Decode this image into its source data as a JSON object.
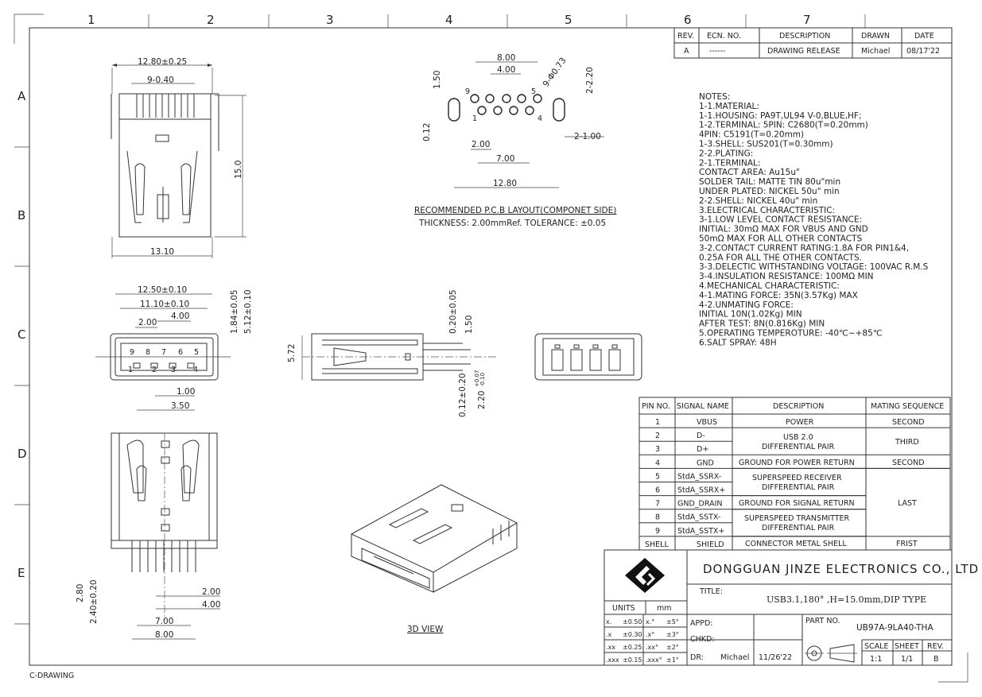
{
  "border": {
    "columns": [
      "1",
      "2",
      "3",
      "4",
      "5",
      "6",
      "7"
    ],
    "rows": [
      "A",
      "B",
      "C",
      "D",
      "E"
    ],
    "footer_label": "C-DRAWING"
  },
  "revision": {
    "headers": [
      "REV.",
      "ECN. NO.",
      "DESCRIPTION",
      "DRAWN",
      "DATE"
    ],
    "row": [
      "A",
      "------",
      "DRAWING RELEASE",
      "Michael",
      "08/17'22"
    ]
  },
  "notes": [
    "NOTES:",
    "1-1.MATERIAL:",
    " 1-1.HOUSING:  PA9T,UL94  V-0,BLUE,HF;",
    " 1-2.TERMINAL:  5PIN: C2680(T=0.20mm)",
    "                        4PIN: C5191(T=0.20mm)",
    " 1-3.SHELL:  SUS201(T=0.30mm)",
    "2-2.PLATING:",
    " 2-1.TERMINAL:",
    "       CONTACT AREA:  Au15u\"",
    "       SOLDER TAIL:  MATTE TIN 80u\"min",
    "       UNDER PLATED:  NICKEL 50u\" min",
    " 2-2.SHELL:  NICKEL 40u\" min",
    "3.ELECTRICAL CHARACTERISTIC:",
    " 3-1.LOW LEVEL CONTACT RESISTANCE:",
    "       INITIAL:  30mΩ MAX FOR VBUS AND GND",
    "               50mΩ MAX FOR ALL OTHER CONTACTS",
    " 3-2.CONTACT CURRENT RATING:1.8A FOR PIN1&4,",
    "       0.25A FOR ALL THE OTHER CONTACTS.",
    " 3-3.DELECTIC WITHSTANDING VOLTAGE:  100VAC R.M.S",
    " 3-4.INSULATION RESISTANCE:  100MΩ MIN",
    "4.MECHANICAL CHARACTERISTIC:",
    " 4-1.MATING FORCE:  35N(3.57Kg) MAX",
    " 4-2.UNMATING FORCE:",
    "       INITIAL 10N(1.02Kg) MIN",
    "       AFTER TEST:  8N(0.816Kg) MIN",
    "5.OPERATING TEMPEROTURE: -40℃~+85℃",
    "6.SALT SPRAY:  48H"
  ],
  "pin_table": {
    "headers": [
      "PIN NO.",
      "SIGNAL NAME",
      "DESCRIPTION",
      "MATING SEQUENCE"
    ],
    "pins": [
      {
        "no": "1",
        "signal": "VBUS"
      },
      {
        "no": "2",
        "signal": "D-"
      },
      {
        "no": "3",
        "signal": "D+"
      },
      {
        "no": "4",
        "signal": "GND"
      },
      {
        "no": "5",
        "signal": "StdA_SSRX-"
      },
      {
        "no": "6",
        "signal": "StdA_SSRX+"
      },
      {
        "no": "7",
        "signal": "GND_DRAIN"
      },
      {
        "no": "8",
        "signal": "StdA_SSTX-"
      },
      {
        "no": "9",
        "signal": "StdA_SSTX+"
      },
      {
        "no": "SHELL",
        "signal": "SHIELD"
      }
    ],
    "descriptions": {
      "d1": "POWER",
      "d23a": "USB 2.0",
      "d23b": "DIFFERENTIAL PAIR",
      "d4": "GROUND FOR POWER RETURN",
      "d56a": "SUPERSPEED RECEIVER",
      "d56b": "DIFFERENTIAL PAIR",
      "d7": "GROUND FOR SIGNAL RETURN",
      "d89a": "SUPERSPEED TRANSMITTER",
      "d89b": "DIFFERENTIAL PAIR",
      "dsh": "CONNECTOR METAL SHELL"
    },
    "mating": {
      "m1": "SECOND",
      "m23": "THIRD",
      "m4": "SECOND",
      "m59": "LAST",
      "msh": "FRIST"
    }
  },
  "title_block": {
    "company": "DONGGUAN JINZE ELECTRONICS CO., LTD",
    "title_label": "TITLE:",
    "title": "USB3.1,180° ,H=15.0mm,DIP TYPE",
    "units_label": "UNITS",
    "units": "mm",
    "tolerances": [
      [
        "x.",
        "±0.50",
        "x.°",
        "±5°"
      ],
      [
        ".x",
        "±0.30",
        ".x°",
        "±3°"
      ],
      [
        ".xx",
        "±0.25",
        ".xx°",
        "±2°"
      ],
      [
        ".xxx",
        "±0.15",
        ".xxx°",
        "±1°"
      ]
    ],
    "appd": "APPD:",
    "chkd": "CHKD:",
    "dr_label": "DR:",
    "dr_name": "Michael",
    "dr_date": "11/26'22",
    "part_no_label": "PART NO.",
    "part_no": "UB97A-9LA40-THA",
    "scale_label": "SCALE",
    "sheet_label": "SHEET",
    "rev_label": "REV.",
    "scale": "1:1",
    "sheet": "1/1",
    "rev": "B"
  },
  "pcb_layout": {
    "title": "RECOMMENDED P.C.B LAYOUT(COMPONET SIDE)",
    "subtitle": "THICKNESS: 2.00mmRef.  TOLERANCE:  ±0.05",
    "dims": {
      "w800": "8.00",
      "w400": "4.00",
      "h150": "1.50",
      "hole": "9-Φ0.73",
      "slot": "2-2.20",
      "h012": "0.12",
      "w200": "2.00",
      "slot_w": "2-1.00",
      "w700": "7.00",
      "w1280": "12.80",
      "pin9": "9",
      "pin1": "1",
      "pin5": "5",
      "pin4": "4"
    }
  },
  "top_view": {
    "w1280": "12.80±0.25",
    "pitch": "9-0.40",
    "h150": "15.0",
    "w1310": "13.10"
  },
  "front_view": {
    "w1250": "12.50±0.10",
    "w1110": "11.10±0.10",
    "w400": "4.00",
    "w200": "2.00",
    "h184": "1.84±0.05",
    "h512": "5.12±0.10",
    "w100": "1.00",
    "w350": "3.50",
    "row_top": [
      "9",
      "8",
      "7",
      "6",
      "5"
    ],
    "row_bottom": [
      "1",
      "2",
      "3",
      "4"
    ]
  },
  "side_view": {
    "h572": "5.72",
    "d020": "0.20±0.05",
    "d150": "1.50",
    "d012": "0.12±0.20",
    "d220": "2.20",
    "d220_tol_top": "+0.07",
    "d220_tol_bot": "-0.10"
  },
  "bottom_view": {
    "h280": "2.80",
    "h240": "2.40±0.20",
    "w200": "2.00",
    "w400": "4.00",
    "w700": "7.00",
    "w800": "8.00"
  },
  "view_3d_label": "3D  VIEW"
}
